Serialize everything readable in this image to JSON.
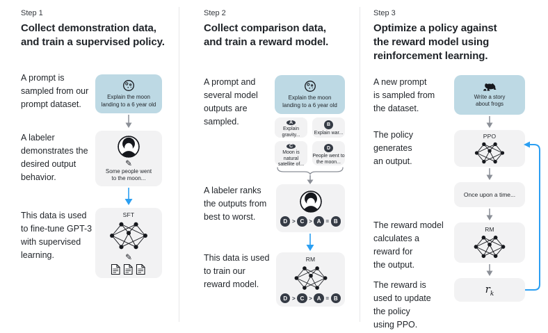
{
  "colors": {
    "prompt_card_bg": "#bdd9e4",
    "card_bg": "#f2f2f3",
    "badge_bg": "#353b45",
    "blue_arrow": "#2b9ff2",
    "gray_arrow": "#8b8f97",
    "divider": "#e7e7e8",
    "text": "#1f2328"
  },
  "icons": {
    "pencil": "✎"
  },
  "step1": {
    "label": "Step 1",
    "title": "Collect demonstration data,\nand train a supervised policy.",
    "caption_prompt": "A prompt is\nsampled from our\nprompt dataset.",
    "caption_labeler": "A labeler\ndemonstrates the\ndesired output\nbehavior.",
    "caption_train": "This data is used\nto fine-tune GPT-3\nwith supervised\nlearning.",
    "prompt_card_text": "Explain the moon\nlanding to a 6 year old",
    "labeler_card_text": "Some people went\nto the moon...",
    "model_label": "SFT"
  },
  "step2": {
    "label": "Step 2",
    "title": "Collect comparison data,\nand train a reward model.",
    "caption_prompt": "A prompt and\nseveral model\noutputs are\nsampled.",
    "caption_rank": "A labeler ranks\nthe outputs from\nbest to worst.",
    "caption_train": "This data is used\nto train our\nreward model.",
    "prompt_card_text": "Explain the moon\nlanding to a 6 year old",
    "outputs": [
      {
        "id": "A",
        "text": "Explain gravity..."
      },
      {
        "id": "B",
        "text": "Explain war..."
      },
      {
        "id": "C",
        "text": "Moon is natural\nsatellite of..."
      },
      {
        "id": "D",
        "text": "People went to\nthe moon..."
      }
    ],
    "ranking": [
      "D",
      ">",
      "C",
      ">",
      "A",
      "=",
      "B"
    ],
    "model_label": "RM"
  },
  "step3": {
    "label": "Step 3",
    "title": "Optimize a policy against\nthe reward model using\nreinforcement learning.",
    "caption_prompt": "A new prompt\nis sampled from\nthe dataset.",
    "caption_policy": "The policy\ngenerates\nan output.",
    "caption_reward": "The reward model\ncalculates a\nreward for\nthe output.",
    "caption_update": "The reward is\nused to update\nthe policy\nusing PPO.",
    "prompt_card_text": "Write a story\nabout frogs",
    "policy_label": "PPO",
    "output_card_text": "Once upon a time...",
    "model_label": "RM",
    "reward_base": "r",
    "reward_sub": "k"
  }
}
